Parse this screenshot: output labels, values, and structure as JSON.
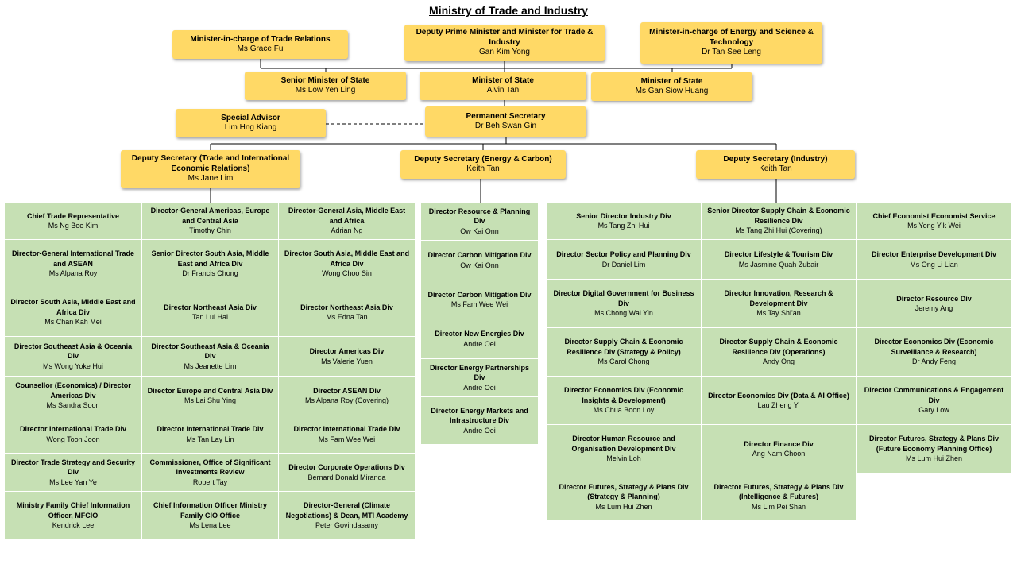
{
  "title": "Ministry of Trade and Industry",
  "leaders": {
    "trade_relations": {
      "role": "Minister-in-charge of Trade Relations",
      "name": "Ms Grace Fu"
    },
    "dpm": {
      "role": "Deputy Prime Minister and Minister for Trade & Industry",
      "name": "Gan Kim Yong"
    },
    "energy_science": {
      "role": "Minister-in-charge of Energy and Science & Technology",
      "name": "Dr Tan See Leng"
    },
    "smos": {
      "role": "Senior Minister of State",
      "name": "Ms Low Yen Ling"
    },
    "mos1": {
      "role": "Minister of State",
      "name": "Alvin Tan"
    },
    "mos2": {
      "role": "Minister of State",
      "name": "Ms Gan Siow Huang"
    },
    "advisor": {
      "role": "Special Advisor",
      "name": "Lim Hng Kiang"
    },
    "ps": {
      "role": "Permanent Secretary",
      "name": "Dr Beh Swan Gin"
    },
    "ds_trade": {
      "role": "Deputy Secretary (Trade and International Economic Relations)",
      "name": "Ms Jane Lim"
    },
    "ds_energy": {
      "role": "Deputy Secretary (Energy & Carbon)",
      "name": "Keith Tan"
    },
    "ds_industry": {
      "role": "Deputy Secretary (Industry)",
      "name": "Keith Tan"
    }
  },
  "trade_units": [
    [
      {
        "role": "Chief Trade Representative",
        "name": "Ms Ng Bee Kim"
      },
      {
        "role": "Director-General International Trade and ASEAN",
        "name": "Ms Alpana Roy"
      },
      {
        "role": "Director South Asia, Middle East and Africa Div",
        "name": "Ms Chan Kah Mei"
      },
      {
        "role": "Director Southeast Asia & Oceania Div",
        "name": "Ms Wong Yoke Hui"
      },
      {
        "role": "Counsellor (Economics) / Director Americas Div",
        "name": "Ms Sandra Soon"
      },
      {
        "role": "Director International Trade Div",
        "name": "Wong Toon Joon"
      },
      {
        "role": "Director Trade Strategy and Security Div",
        "name": "Ms Lee Yan Ye"
      },
      {
        "role": "Ministry Family Chief Information Officer, MFCIO",
        "name": "Kendrick Lee"
      }
    ],
    [
      {
        "role": "Director-General Americas, Europe and Central Asia",
        "name": "Timothy Chin"
      },
      {
        "role": "Senior Director South Asia, Middle East and Africa Div",
        "name": "Dr Francis Chong"
      },
      {
        "role": "Director Northeast Asia Div",
        "name": "Tan Lui Hai"
      },
      {
        "role": "Director Southeast Asia & Oceania Div",
        "name": "Ms Jeanette Lim"
      },
      {
        "role": "Director Europe and Central Asia Div",
        "name": "Ms Lai Shu Ying"
      },
      {
        "role": "Director International Trade Div",
        "name": "Ms Tan Lay Lin"
      },
      {
        "role": "Commissioner, Office of Significant Investments Review",
        "name": "Robert Tay"
      },
      {
        "role": "Chief Information Officer Ministry Family CIO Office",
        "name": "Ms Lena Lee"
      }
    ],
    [
      {
        "role": "Director-General Asia, Middle East and Africa",
        "name": "Adrian Ng"
      },
      {
        "role": "Director South Asia, Middle East and Africa Div",
        "name": "Wong Choo Sin"
      },
      {
        "role": "Director Northeast Asia Div",
        "name": "Ms Edna Tan"
      },
      {
        "role": "Director Americas Div",
        "name": "Ms Valerie Yuen"
      },
      {
        "role": "Director ASEAN Div",
        "name": "Ms Alpana Roy (Covering)"
      },
      {
        "role": "Director International Trade Div",
        "name": "Ms Fam Wee Wei"
      },
      {
        "role": "Director Corporate Operations Div",
        "name": "Bernard Donald Miranda"
      },
      {
        "role": "Director-General (Climate Negotiations) & Dean, MTI Academy",
        "name": "Peter Govindasamy"
      }
    ]
  ],
  "energy_units": [
    {
      "role": "Director Resource & Planning Div",
      "name": "Ow Kai Onn"
    },
    {
      "role": "Director Carbon Mitigation Div",
      "name": "Ow Kai Onn"
    },
    {
      "role": "Director Carbon Mitigation Div",
      "name": "Ms Fam Wee Wei"
    },
    {
      "role": "Director New Energies Div",
      "name": "Andre Oei"
    },
    {
      "role": "Director Energy Partnerships Div",
      "name": "Andre Oei"
    },
    {
      "role": "Director Energy Markets and Infrastructure Div",
      "name": "Andre Oei"
    }
  ],
  "industry_units": [
    [
      {
        "role": "Senior Director Industry Div",
        "name": "Ms Tang Zhi Hui"
      },
      {
        "role": "Director Sector Policy and Planning Div",
        "name": "Dr Daniel Lim"
      },
      {
        "role": "Director Digital Government for Business Div",
        "name": "Ms Chong Wai Yin"
      },
      {
        "role": "Director Supply Chain & Economic Resilience Div (Strategy & Policy)",
        "name": "Ms Carol Chong"
      },
      {
        "role": "Director Economics Div (Economic Insights & Development)",
        "name": "Ms Chua Boon Loy"
      },
      {
        "role": "Director Human Resource and Organisation Development Div",
        "name": "Melvin Loh"
      },
      {
        "role": "Director Futures, Strategy & Plans Div (Strategy & Planning)",
        "name": "Ms Lum Hui Zhen"
      }
    ],
    [
      {
        "role": "Senior Director Supply Chain & Economic Resilience Div",
        "name": "Ms Tang Zhi Hui (Covering)"
      },
      {
        "role": "Director Lifestyle & Tourism Div",
        "name": "Ms Jasmine Quah Zubair"
      },
      {
        "role": "Director Innovation, Research & Development Div",
        "name": "Ms Tay Shi'an"
      },
      {
        "role": "Director Supply Chain & Economic Resilience Div (Operations)",
        "name": "Andy Ong"
      },
      {
        "role": "Director Economics Div (Data & AI Office)",
        "name": "Lau Zheng Yi"
      },
      {
        "role": "Director Finance Div",
        "name": "Ang Nam Choon"
      },
      {
        "role": "Director Futures, Strategy & Plans Div (Intelligence & Futures)",
        "name": "Ms Lim Pei Shan"
      }
    ],
    [
      {
        "role": "Chief Economist Economist Service",
        "name": "Ms Yong Yik Wei"
      },
      {
        "role": "Director Enterprise Development Div",
        "name": "Ms Ong Li Lian"
      },
      {
        "role": "Director Resource Div",
        "name": "Jeremy Ang"
      },
      {
        "role": "Director Economics Div (Economic Surveillance & Research)",
        "name": "Dr Andy Feng"
      },
      {
        "role": "Director Communications & Engagement Div",
        "name": "Gary Low"
      },
      {
        "role": "Director Futures, Strategy & Plans Div (Future Economy Planning Office)",
        "name": "Ms Lum Hui Zhen"
      }
    ]
  ]
}
